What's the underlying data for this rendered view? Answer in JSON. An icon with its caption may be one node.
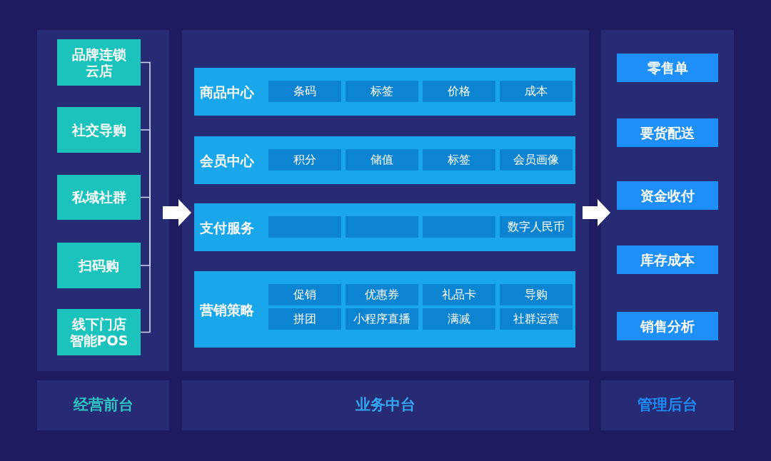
{
  "diagram": {
    "nodes": [
      {
        "text": [],
        "shape": "box"
      },
      {
        "text": [
          "品牌连锁云店"
        ],
        "in": 0
      },
      {
        "text": [
          "社交导购"
        ],
        "in": 0
      },
      {
        "text": [
          "私域社群"
        ],
        "in": 0
      },
      {
        "text": [
          "扫码购"
        ],
        "in": 0
      },
      {
        "text": [
          "线下门店智能POS"
        ],
        "in": 0
      },
      {
        "text": [],
        "shape": "box"
      },
      {
        "text": [
          "商品中心"
        ],
        "in": 6
      },
      {
        "text": [
          "条码"
        ],
        "in": 7
      },
      {
        "text": [
          "标签"
        ],
        "in": 7
      },
      {
        "text": [
          "价格"
        ],
        "in": 7
      },
      {
        "text": [
          "成本"
        ],
        "in": 7
      },
      {
        "text": [
          "会员中心"
        ],
        "in": 6
      },
      {
        "text": [
          "积分"
        ],
        "in": 12
      },
      {
        "text": [
          "储值"
        ],
        "in": 12
      },
      {
        "text": [
          "标签"
        ],
        "in": 12
      },
      {
        "text": [
          "会员画像"
        ],
        "in": 12
      },
      {
        "text": [
          "支付服务"
        ],
        "in": 6
      },
      {
        "text": [],
        "shape": "box",
        "in": 17
      },
      {
        "text": [],
        "shape": "box",
        "in": 17
      },
      {
        "text": [],
        "shape": "box",
        "in": 17
      },
      {
        "text": [
          "数字人民币"
        ],
        "in": 17
      },
      {
        "text": [
          "营销策略"
        ],
        "in": 6
      },
      {
        "text": [
          "促销"
        ],
        "in": 22
      },
      {
        "text": [
          "优惠券"
        ],
        "in": 22
      },
      {
        "text": [
          "礼品卡"
        ],
        "in": 22
      },
      {
        "text": [
          "导购"
        ],
        "in": 22
      },
      {
        "text": [
          "拼团"
        ],
        "in": 22
      },
      {
        "text": [
          "小程序直播"
        ],
        "in": 22
      },
      {
        "text": [
          "满减"
        ],
        "in": 22
      },
      {
        "text": [
          "社群运营"
        ],
        "in": 22
      },
      {
        "text": [],
        "shape": "box"
      },
      {
        "text": [
          "零售单"
        ],
        "in": 31
      },
      {
        "text": [
          "要货配送"
        ],
        "in": 31
      },
      {
        "text": [
          "资金收付"
        ],
        "in": 31
      },
      {
        "text": [
          "库存成本"
        ],
        "in": 31
      },
      {
        "text": [
          "销售分析"
        ],
        "in": 31
      },
      {
        "text": [
          "经营前台"
        ]
      },
      {
        "text": [
          "业务中台"
        ]
      },
      {
        "text": [
          "管理后台"
        ]
      }
    ],
    "edges": [
      {
        "from": 1,
        "to": null,
        "arrow": "none"
      },
      {
        "from": 2,
        "to": null,
        "arrow": "none"
      },
      {
        "from": 3,
        "to": null,
        "arrow": "none"
      },
      {
        "from": 4,
        "to": null,
        "arrow": "none"
      },
      {
        "from": 5,
        "to": null,
        "arrow": "none"
      },
      {
        "from": 0,
        "to": 6,
        "arrow": "to",
        "style": "thick",
        "color": "#ffffff"
      },
      {
        "from": 6,
        "to": 31,
        "arrow": "to",
        "style": "thick",
        "color": "#ffffff"
      }
    ]
  }
}
